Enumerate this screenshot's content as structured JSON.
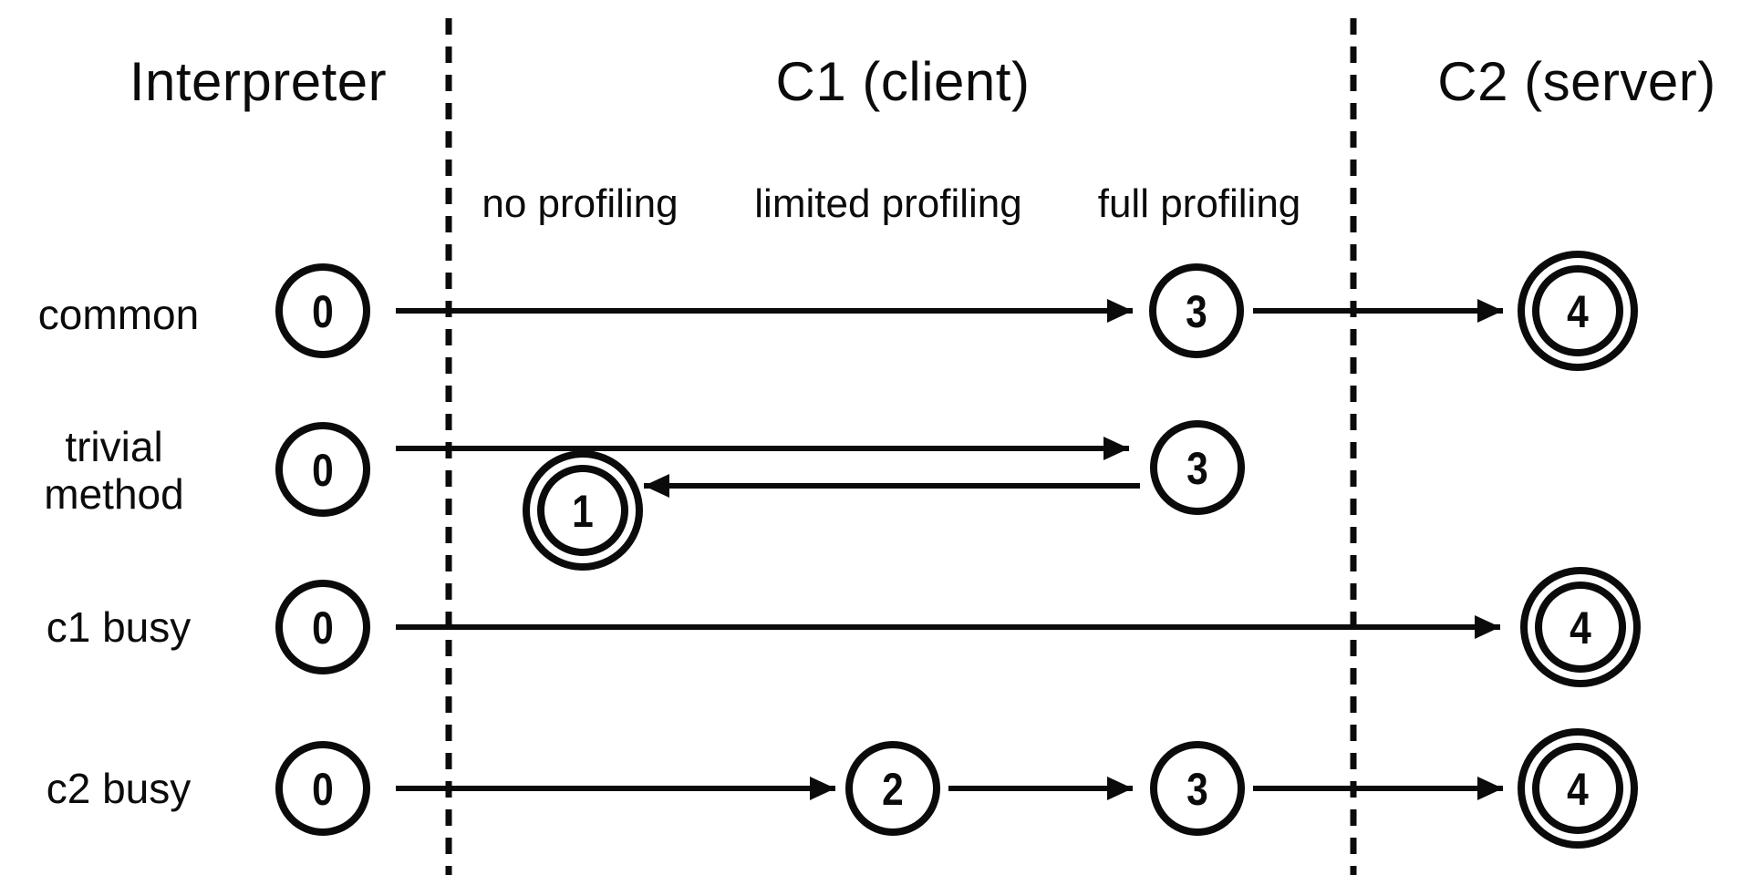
{
  "diagram": {
    "title_semantic": "JVM tiered compilation level transitions",
    "background_color": "#ffffff",
    "ink_color": "#0b0b0b",
    "columns": [
      {
        "id": "interpreter",
        "title": "Interpreter"
      },
      {
        "id": "c1",
        "title": "C1 (client)",
        "sublabels": [
          "no profiling",
          "limited profiling",
          "full profiling"
        ]
      },
      {
        "id": "c2",
        "title": "C2 (server)"
      }
    ],
    "rows": [
      {
        "id": "common",
        "label_lines": [
          "common"
        ],
        "nodes": [
          {
            "value": "0",
            "double_ring": false
          },
          {
            "value": "3",
            "double_ring": false
          },
          {
            "value": "4",
            "double_ring": true
          }
        ],
        "edges": [
          {
            "from": "0",
            "to": "3"
          },
          {
            "from": "3",
            "to": "4"
          }
        ]
      },
      {
        "id": "trivial-method",
        "label_lines": [
          "trivial",
          "method"
        ],
        "nodes": [
          {
            "value": "0",
            "double_ring": false
          },
          {
            "value": "3",
            "double_ring": false
          },
          {
            "value": "1",
            "double_ring": true
          }
        ],
        "edges": [
          {
            "from": "0",
            "to": "3"
          },
          {
            "from": "3",
            "to": "1"
          }
        ]
      },
      {
        "id": "c1-busy",
        "label_lines": [
          "c1 busy"
        ],
        "nodes": [
          {
            "value": "0",
            "double_ring": false
          },
          {
            "value": "4",
            "double_ring": true
          }
        ],
        "edges": [
          {
            "from": "0",
            "to": "4"
          }
        ]
      },
      {
        "id": "c2-busy",
        "label_lines": [
          "c2 busy"
        ],
        "nodes": [
          {
            "value": "0",
            "double_ring": false
          },
          {
            "value": "2",
            "double_ring": false
          },
          {
            "value": "3",
            "double_ring": false
          },
          {
            "value": "4",
            "double_ring": true
          }
        ],
        "edges": [
          {
            "from": "0",
            "to": "2"
          },
          {
            "from": "2",
            "to": "3"
          },
          {
            "from": "3",
            "to": "4"
          }
        ]
      }
    ]
  }
}
